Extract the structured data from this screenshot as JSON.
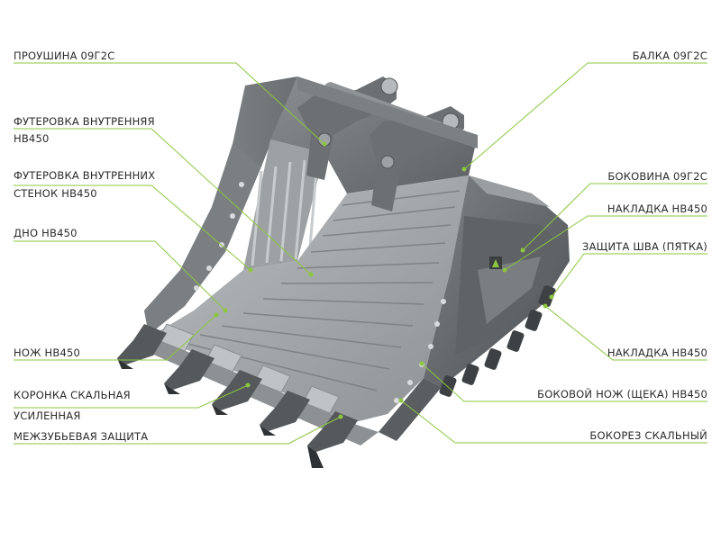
{
  "labels_left": [
    {
      "id": "proushina",
      "text": "ПРОУШИНА 09Г2С"
    },
    {
      "id": "futerovka-inner-1",
      "text": "ФУТЕРОВКА ВНУТРЕННЯЯ"
    },
    {
      "id": "futerovka-inner-2",
      "text": "HB450"
    },
    {
      "id": "futerovka-walls-1",
      "text": "ФУТЕРОВКА ВНУТРЕННИХ"
    },
    {
      "id": "futerovka-walls-2",
      "text": "СТЕНОК HB450"
    },
    {
      "id": "dno",
      "text": "ДНО HB450"
    },
    {
      "id": "nozh",
      "text": "НОЖ HB450"
    },
    {
      "id": "koronka-1",
      "text": "КОРОНКА СКАЛЬНАЯ"
    },
    {
      "id": "koronka-2",
      "text": "УСИЛЕННАЯ"
    },
    {
      "id": "mezhzub",
      "text": "МЕЖЗУБЬЕВАЯ ЗАЩИТА"
    }
  ],
  "labels_right": [
    {
      "id": "balka",
      "text": "БАЛКА 09Г2С"
    },
    {
      "id": "bokovina",
      "text": "БОКОВИНА 09Г2С"
    },
    {
      "id": "nakladka-1",
      "text": "НАКЛАДКА HB450"
    },
    {
      "id": "zashita-shva",
      "text": "ЗАЩИТА ШВА (ПЯТКА)"
    },
    {
      "id": "nakladka-2",
      "text": "НАКЛАДКА HB450"
    },
    {
      "id": "bokovoy-nozh",
      "text": "БОКОВОЙ НОЖ (ЩЕКА) HB450"
    },
    {
      "id": "bokorez",
      "text": "БОКОРЕЗ СКАЛЬНЫЙ"
    }
  ],
  "colors": {
    "accent_line": "#8cc63f",
    "text": "#2b2b2b",
    "steel_dark": "#4a4d50",
    "steel_mid": "#6f7376",
    "steel_light": "#a3a7aa",
    "steel_lighter": "#c4c7c9"
  }
}
